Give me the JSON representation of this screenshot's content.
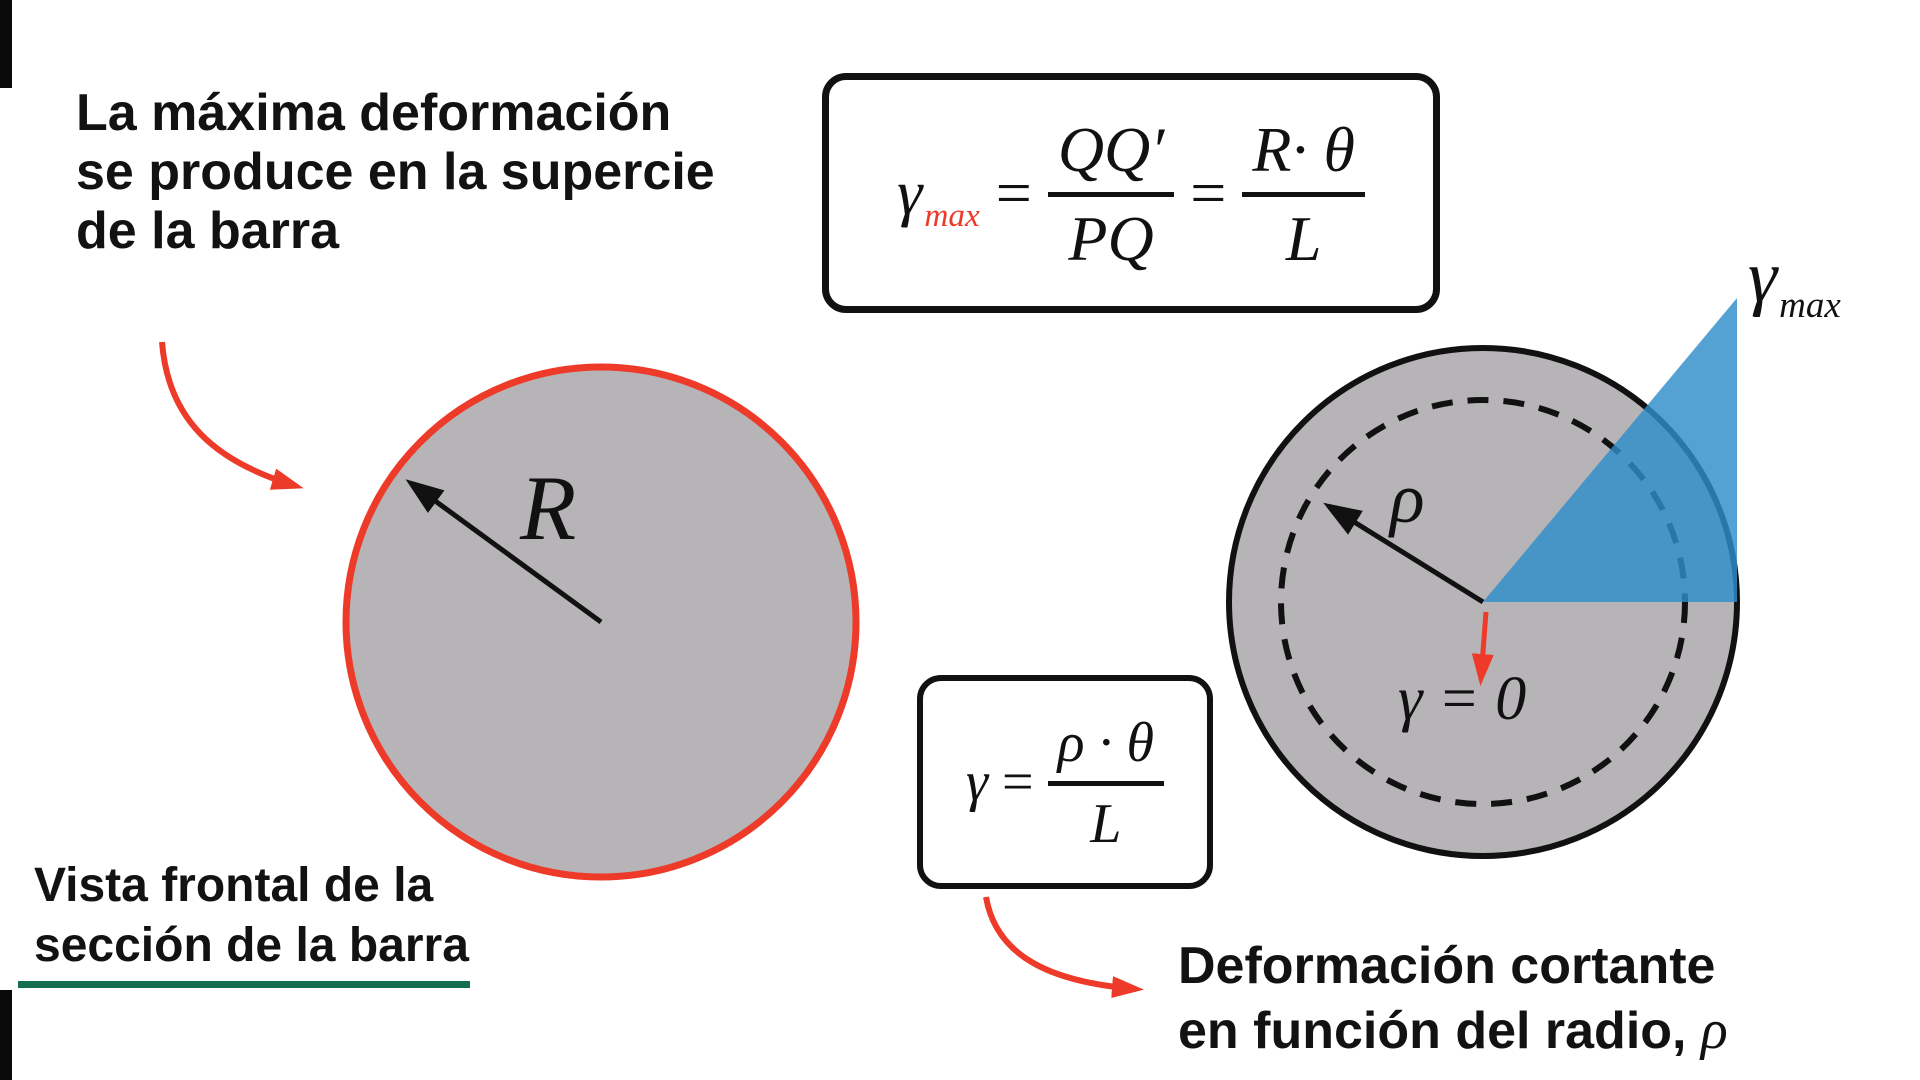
{
  "note_top_left": {
    "line1": "La máxima deformación",
    "line2": "se produce en la supercie",
    "line3": "de la barra"
  },
  "formula_max": {
    "gamma": "γ",
    "subscript": "max",
    "equals1": "=",
    "numerator1": "QQ′",
    "denominator1": "PQ",
    "equals2": "=",
    "numerator2": "R· θ",
    "denominator2": "L"
  },
  "formula_rho": {
    "gamma": "γ",
    "equals": "=",
    "numerator": "ρ · θ",
    "denominator": "L"
  },
  "left_diagram": {
    "radius_label": "R"
  },
  "right_diagram": {
    "rho_label": "ρ",
    "gamma_zero": "γ = 0",
    "gamma_max": "γ",
    "gamma_max_sub": "max"
  },
  "caption_bottom_left": {
    "line1": "Vista frontal de la",
    "line2": "sección de la barra"
  },
  "caption_bottom_right": {
    "line1": "Deformación cortante",
    "line2_text": "en función del radio, ",
    "line2_symbol": "ρ"
  },
  "colors": {
    "red": "#ee3a28",
    "gray": "#b6b4b6",
    "blue": "#2e8cc9",
    "green": "#136e4e",
    "black": "#111111"
  }
}
